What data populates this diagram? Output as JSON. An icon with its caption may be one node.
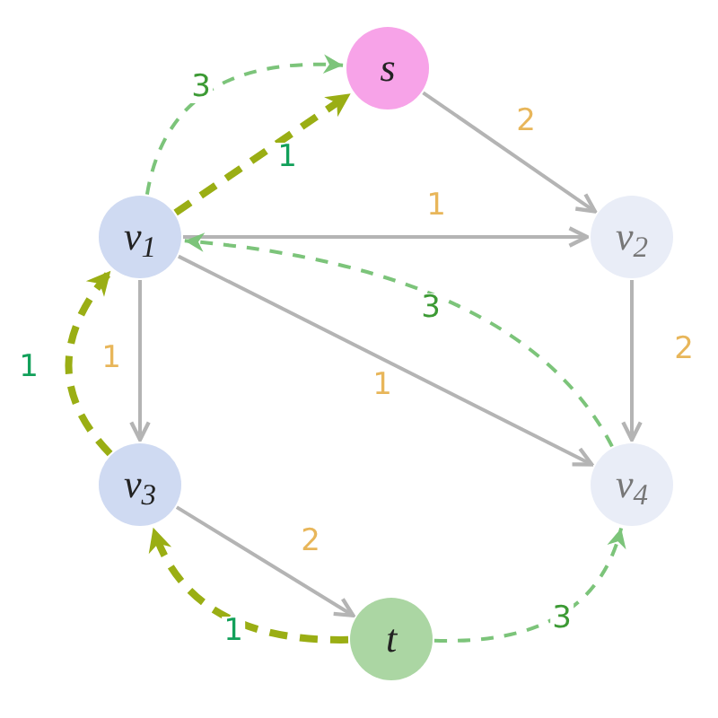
{
  "diagram": {
    "nodes": [
      {
        "text": [
          "s"
        ]
      },
      {
        "text": [
          "v$_{1}$"
        ]
      },
      {
        "text": [
          "v$_{2}$"
        ]
      },
      {
        "text": [
          "v$_{3}$"
        ]
      },
      {
        "text": [
          "v$_{4}$"
        ]
      },
      {
        "text": [
          "t"
        ]
      }
    ],
    "edges": [
      {
        "from": 0,
        "to": 2,
        "arrow": "to",
        "label": "2"
      },
      {
        "from": 1,
        "to": 2,
        "arrow": "to",
        "label": "1"
      },
      {
        "from": 1,
        "to": 3,
        "arrow": "to",
        "label": "1"
      },
      {
        "from": 1,
        "to": 4,
        "arrow": "to",
        "label": "1"
      },
      {
        "from": 2,
        "to": 4,
        "arrow": "to",
        "label": "2"
      },
      {
        "from": 3,
        "to": 5,
        "arrow": "to",
        "label": "2"
      },
      {
        "from": 1,
        "to": 0,
        "arrow": "to",
        "label": "3",
        "style": "dashed",
        "color": "#7cc47a"
      },
      {
        "from": 1,
        "to": 0,
        "arrow": "to",
        "label": "1",
        "style": "dashed",
        "color": "#9aae14"
      },
      {
        "from": 4,
        "to": 1,
        "arrow": "to",
        "label": "3",
        "style": "dashed",
        "color": "#7cc47a"
      },
      {
        "from": 5,
        "to": 4,
        "arrow": "to",
        "label": "3",
        "style": "dashed",
        "color": "#7cc47a"
      },
      {
        "from": 5,
        "to": 3,
        "arrow": "to",
        "label": "1",
        "style": "dashed",
        "color": "#9aae14"
      },
      {
        "from": 3,
        "to": 1,
        "arrow": "to",
        "label": "1",
        "style": "dashed",
        "color": "#9aae14"
      }
    ]
  }
}
